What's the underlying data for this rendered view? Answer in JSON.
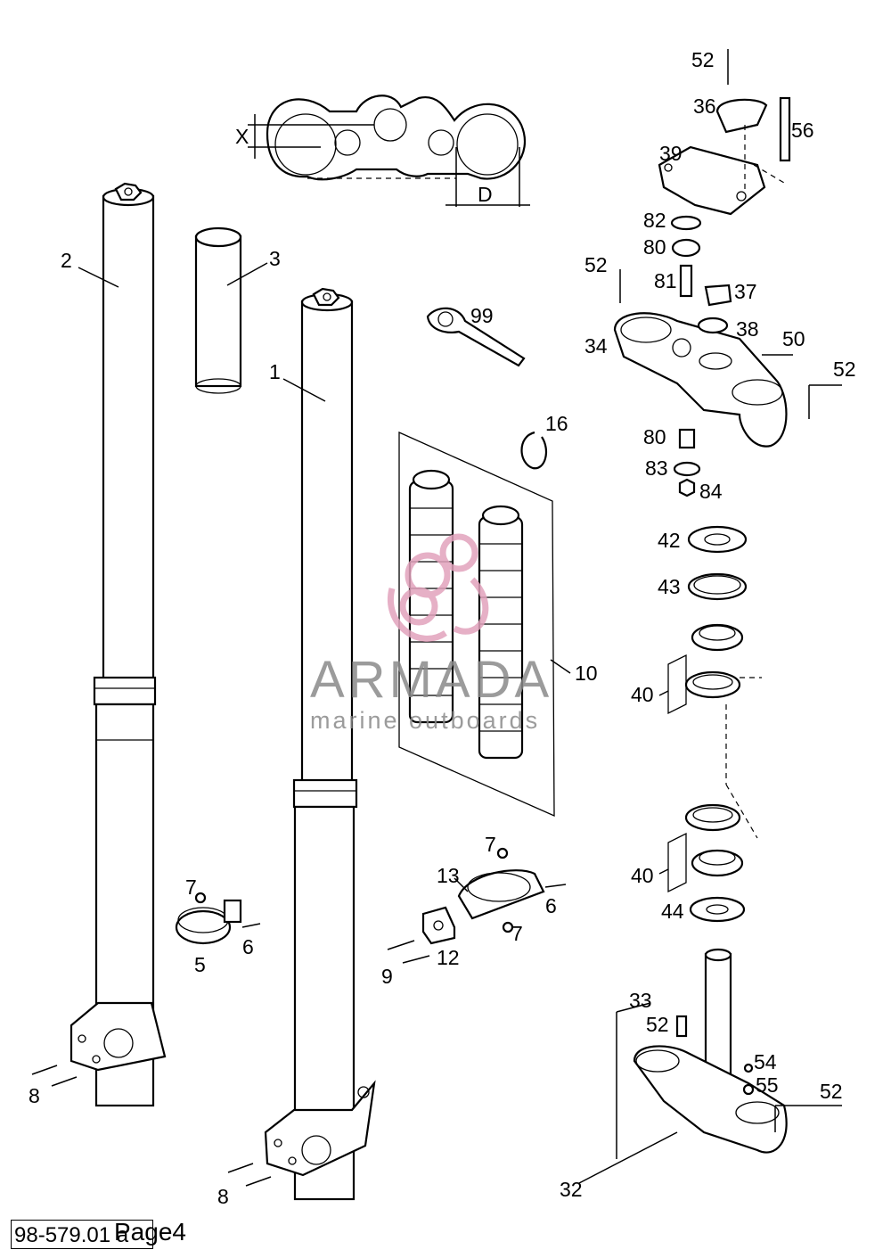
{
  "diagram": {
    "labels": {
      "p1": "1",
      "p2": "2",
      "p3": "3",
      "p5": "5",
      "p6a": "6",
      "p6b": "6",
      "p7a": "7",
      "p7b": "7",
      "p7c": "7",
      "p8a": "8",
      "p8b": "8",
      "p9": "9",
      "p10": "10",
      "p12": "12",
      "p13": "13",
      "p16": "16",
      "p32": "32",
      "p33": "33",
      "p34": "34",
      "p36": "36",
      "p37": "37",
      "p38": "38",
      "p39": "39",
      "p40a": "40",
      "p40b": "40",
      "p42": "42",
      "p43": "43",
      "p44": "44",
      "p50": "50",
      "p52a": "52",
      "p52b": "52",
      "p52c": "52",
      "p52d": "52",
      "p52e": "52",
      "p54": "54",
      "p55": "55",
      "p56": "56",
      "p80a": "80",
      "p80b": "80",
      "p81": "81",
      "p82": "82",
      "p83": "83",
      "p84": "84",
      "p99": "99"
    },
    "dimensions": {
      "x": "X",
      "d": "D"
    }
  },
  "watermark": {
    "brand": "ARMADA",
    "tagline": "marine outboards",
    "colors": {
      "logo": "#e2a3bd",
      "text": "#8a8a8a"
    }
  },
  "footer": {
    "reference_code": "98-579.01 a",
    "page_label": "Page4"
  }
}
